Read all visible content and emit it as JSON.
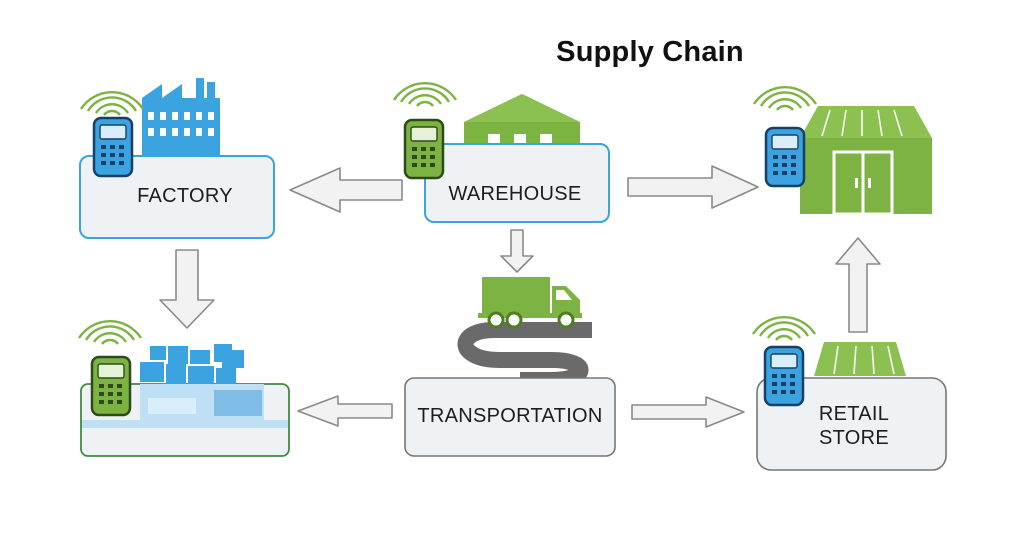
{
  "title": "Supply Chain",
  "nodes": {
    "factory": {
      "label": "FACTORY"
    },
    "warehouse": {
      "label": "WAREHOUSE"
    },
    "transportation": {
      "label": "TRANSPORTATION"
    },
    "retail_store": {
      "label_line1": "RETAIL",
      "label_line2": "STORE"
    }
  },
  "colors": {
    "blue": "#3aa3e0",
    "blue_dark": "#1c6fa8",
    "green": "#7cb342",
    "green_dark": "#4e7d25",
    "box_fill": "#eef2f4",
    "arrow_fill": "#f2f2f2",
    "arrow_stroke": "#8a8a8a",
    "road": "#6a6a6a"
  },
  "icons": {
    "rfid": "rfid-reader-icon",
    "signal": "wireless-signal-icon",
    "factory": "factory-icon",
    "warehouse": "warehouse-icon",
    "truck": "truck-icon",
    "store": "store-icon",
    "boxes": "boxes-icon"
  }
}
